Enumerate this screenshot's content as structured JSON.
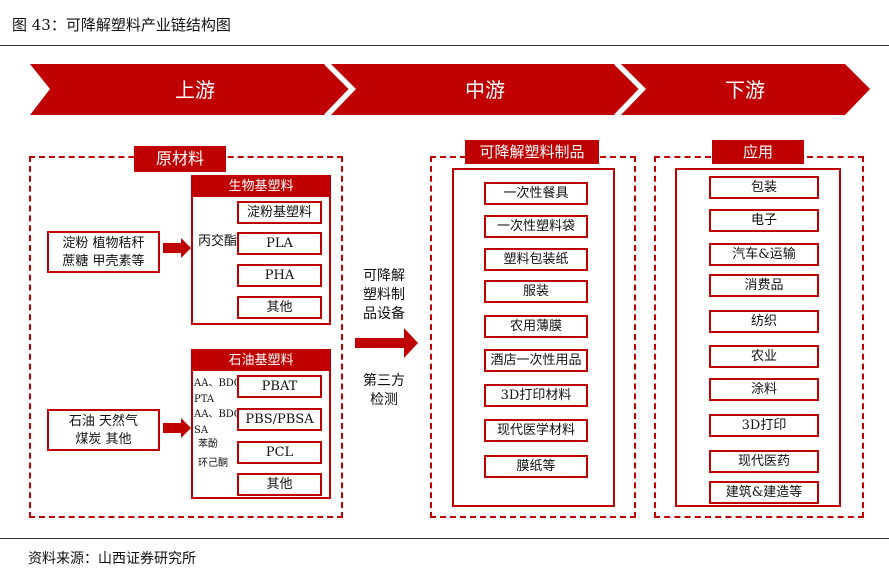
{
  "figure_title": "图 43：可降解塑料产业链结构图",
  "source": "资料来源：山西证券研究所",
  "colors": {
    "accent": "#c00000"
  },
  "stages": [
    "上游",
    "中游",
    "下游"
  ],
  "upstream": {
    "label": "原材料",
    "raw_group1": [
      "淀粉  植物秸秆",
      "蔗糖  甲壳素等"
    ],
    "raw_group2": [
      "石油  天然气",
      "煤炭  其他"
    ],
    "bio": {
      "title": "生物基塑料",
      "process": "丙交酯",
      "items": [
        "淀粉基塑料",
        "PLA",
        "PHA",
        "其他"
      ]
    },
    "petro": {
      "title": "石油基塑料",
      "items": [
        "PBAT",
        "PBS/PBSA",
        "PCL",
        "其他"
      ],
      "inputs": [
        "AA、BDO",
        "PTA",
        "AA、BDO",
        "SA",
        "苯酚",
        "环己酮"
      ]
    }
  },
  "middle_text": {
    "equipment": [
      "可降解",
      "塑料制",
      "品设备"
    ],
    "testing": [
      "第三方",
      "检测"
    ]
  },
  "midstream": {
    "label": "可降解塑料制品",
    "items": [
      "一次性餐具",
      "一次性塑料袋",
      "塑料包装纸",
      "服装",
      "农用薄膜",
      "酒店一次性用品",
      "3D打印材料",
      "现代医学材料",
      "膜纸等"
    ]
  },
  "downstream": {
    "label": "应用",
    "items": [
      "包装",
      "电子",
      "汽车&运输",
      "消费品",
      "纺织",
      "农业",
      "涂料",
      "3D打印",
      "现代医药",
      "建筑&建造等"
    ]
  }
}
